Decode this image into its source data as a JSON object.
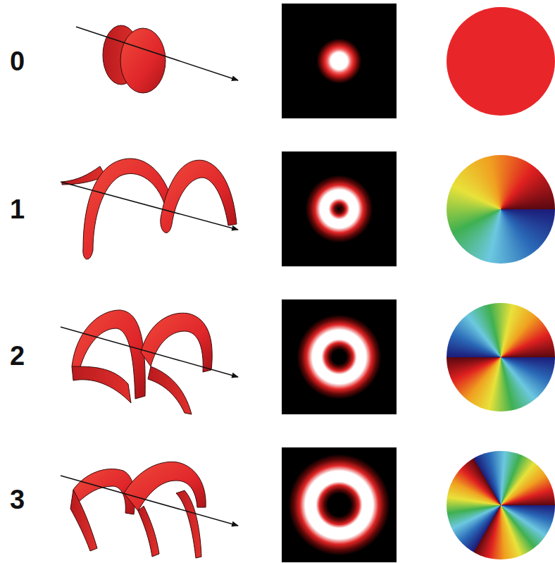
{
  "diagram": {
    "labels": [
      "0",
      "1",
      "2",
      "3"
    ]
  }
}
